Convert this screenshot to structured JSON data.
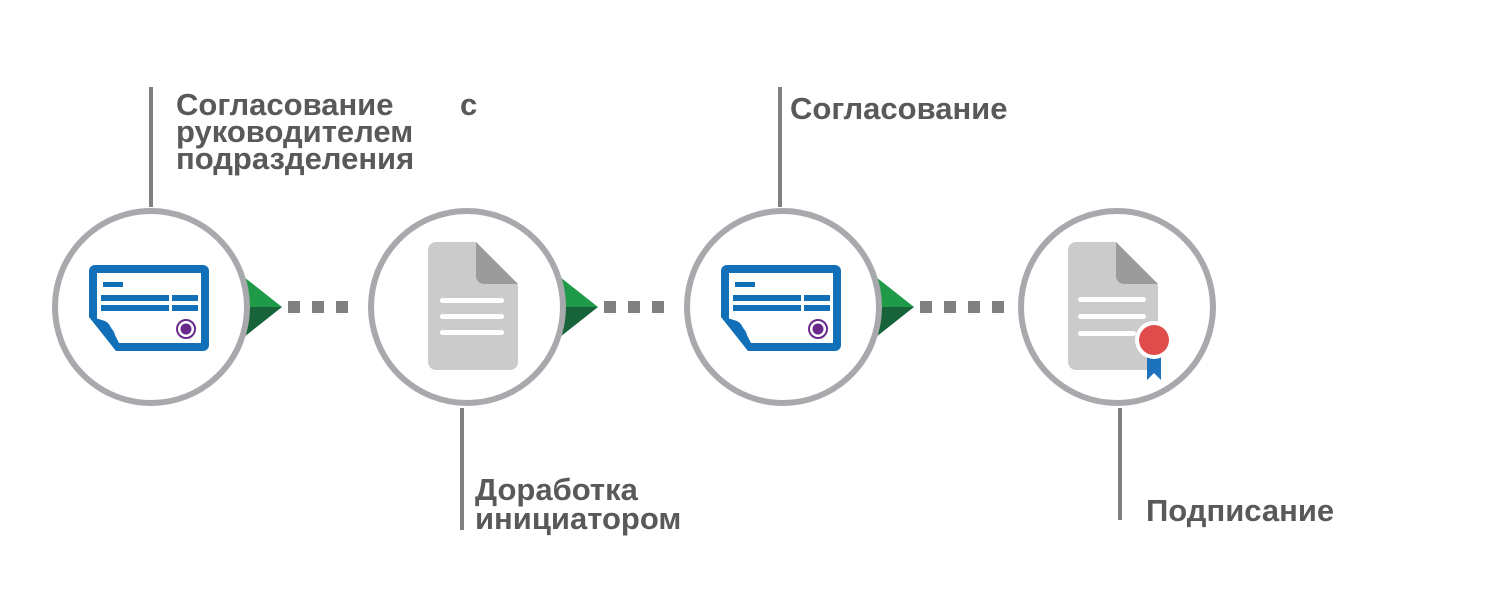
{
  "steps": [
    {
      "label_lines": [
        "Согласование",
        "руководителем",
        "подразделения"
      ],
      "label_suffix": "с",
      "icon": "document-card-icon"
    },
    {
      "label_lines": [
        "Доработка",
        "инициатором"
      ],
      "icon": "document-icon"
    },
    {
      "label_lines": [
        "Согласование"
      ],
      "icon": "document-card-icon"
    },
    {
      "label_lines": [
        "Подписание"
      ],
      "icon": "certificate-document-icon"
    }
  ],
  "colors": {
    "circle": "#a7a9ac",
    "text": "#58595b",
    "arrow_light": "#1e9a48",
    "arrow_dark": "#17643a",
    "card_blue": "#1170b8",
    "seal_purple": "#6a2a8c",
    "doc_gray": "#cbcbcb",
    "ribbon_red": "#e04b4b"
  }
}
